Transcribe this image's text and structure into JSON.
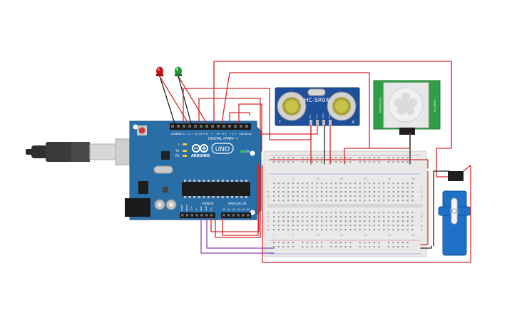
{
  "arduino": {
    "brand": "ARDUINO",
    "model": "UNO",
    "digital_label": "DIGITAL (PWM~)",
    "power_label": "POWER",
    "analog_label": "ANALOG IN",
    "on_label": "ON",
    "led_l": "L",
    "led_tx": "TX",
    "led_rx": "RX",
    "aref": "AREF",
    "gnd": "GND",
    "rx0": "RX◄0",
    "tx1": "TX►1",
    "digital_pins": [
      "13",
      "12",
      "~11",
      "~10",
      "~9",
      "8",
      "7",
      "~6",
      "~5",
      "4",
      "~3",
      "2"
    ],
    "power_pins": [
      "IOREF",
      "RESET",
      "3.3V",
      "5V",
      "GND",
      "GND",
      "Vin"
    ],
    "analog_pins": [
      "A0",
      "A1",
      "A2",
      "A3",
      "A4",
      "A5"
    ]
  },
  "ultrasonic": {
    "model": "HC-SR04",
    "pins": [
      "Vcc",
      "Trig",
      "Echo",
      "Gnd"
    ],
    "left_mark": "T",
    "right_mark": "R"
  },
  "pir": {
    "side_left": "PIR SENSOR",
    "side_right": "HC-SR501"
  },
  "breadboard": {
    "column_numbers": [
      "1",
      "5",
      "10",
      "15",
      "20",
      "25",
      "30"
    ],
    "row_letters": [
      "a",
      "b",
      "c",
      "d",
      "e",
      "f",
      "g",
      "h",
      "i",
      "j"
    ]
  },
  "leds": {
    "colors": [
      "#c0141c",
      "#1f9a35"
    ]
  },
  "colors": {
    "wire_red": "#d42a2a",
    "wire_black": "#222222",
    "wire_purple": "#8a3fb0",
    "board_blue": "#2a6ea8",
    "sensor_blue": "#1f4f9a",
    "pir_green": "#2f9e44",
    "servo_blue": "#1f70c6"
  }
}
